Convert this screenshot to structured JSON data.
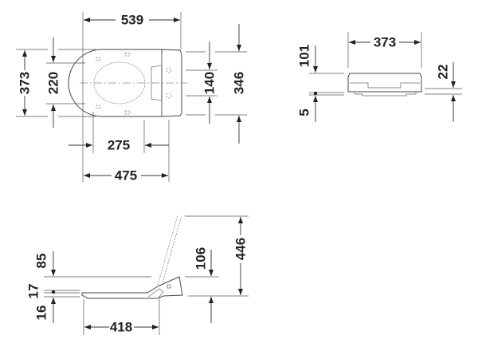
{
  "top_view": {
    "width_overall": "539",
    "width_seat": "373",
    "hole_spacing": "220",
    "hinge_spacing": "140",
    "hinge_width": "346",
    "front_to_hinge": "275",
    "length": "475"
  },
  "front_view": {
    "width": "373",
    "height": "101",
    "gap": "5",
    "thickness": "22"
  },
  "side_view": {
    "lid_offset": "85",
    "seat_top": "17",
    "seat_bottom": "16",
    "depth": "418",
    "hinge_height": "106",
    "open_height": "446"
  }
}
